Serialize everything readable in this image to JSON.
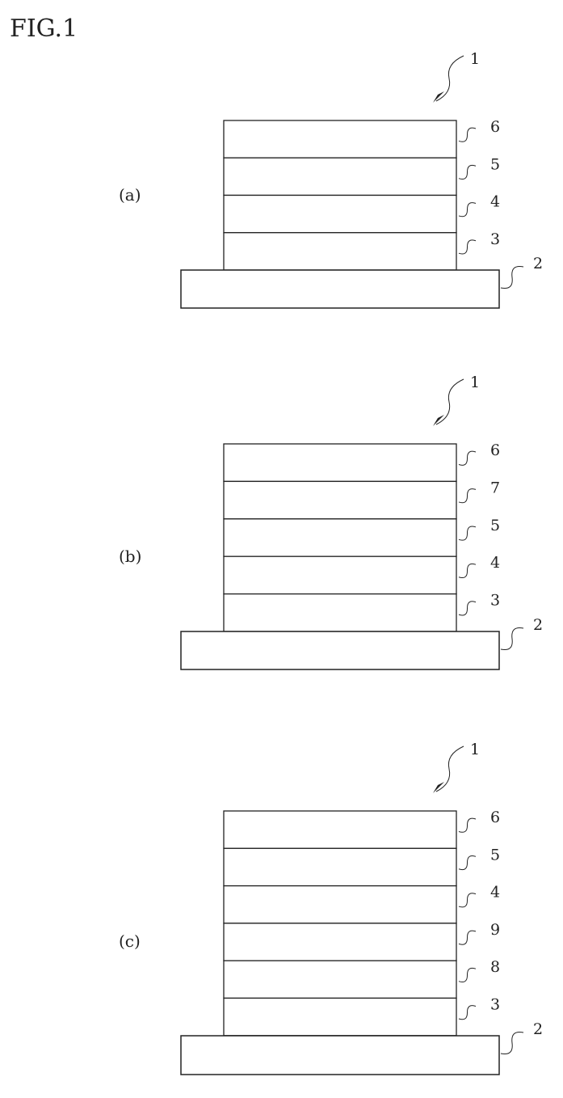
{
  "figure_label": "FIG.1",
  "panels": [
    {
      "label": "(a)",
      "device_ref": "1",
      "substrate_ref": "2",
      "layers_top_to_bottom": [
        "6",
        "5",
        "4",
        "3"
      ]
    },
    {
      "label": "(b)",
      "device_ref": "1",
      "substrate_ref": "2",
      "layers_top_to_bottom": [
        "6",
        "7",
        "5",
        "4",
        "3"
      ]
    },
    {
      "label": "(c)",
      "device_ref": "1",
      "substrate_ref": "2",
      "layers_top_to_bottom": [
        "6",
        "5",
        "4",
        "9",
        "8",
        "3"
      ]
    }
  ]
}
